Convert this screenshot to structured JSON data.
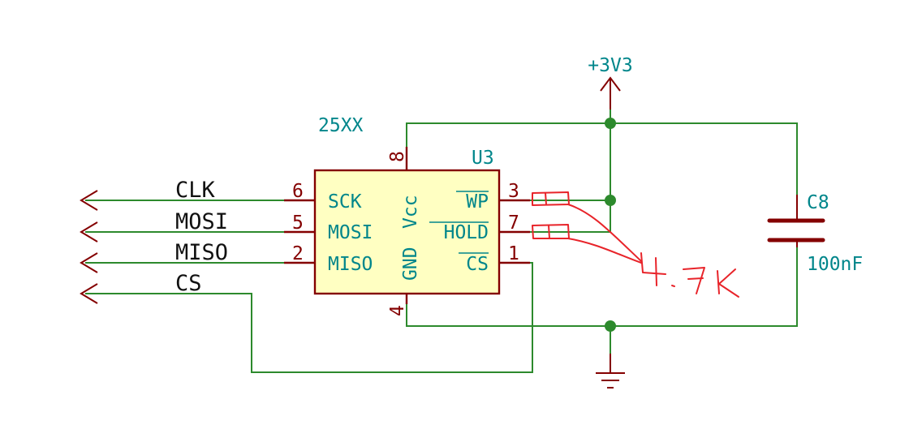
{
  "colors": {
    "wire": "#2d8a2d",
    "symbol": "#840000",
    "symbol_fill": "#ffffc2",
    "reference_text": "#00868b",
    "net_label": "#111111",
    "handwritten": "#e8242a"
  },
  "power": {
    "supply_label": "+3V3",
    "ground_icon": "ground-symbol-icon"
  },
  "ic": {
    "value": "25XX",
    "reference": "U3",
    "pins_left": [
      {
        "number": "6",
        "name": "SCK"
      },
      {
        "number": "5",
        "name": "MOSI"
      },
      {
        "number": "2",
        "name": "MISO"
      }
    ],
    "pins_right": [
      {
        "number": "3",
        "name": "WP"
      },
      {
        "number": "7",
        "name": "HOLD"
      },
      {
        "number": "1",
        "name": "CS"
      }
    ],
    "pin_top": {
      "number": "8",
      "name": "Vcc"
    },
    "pin_bottom": {
      "number": "4",
      "name": "GND"
    }
  },
  "net_labels": [
    "CLK",
    "MOSI",
    "MISO",
    "CS"
  ],
  "capacitor": {
    "reference": "C8",
    "value": "100nF"
  },
  "annotation": {
    "handwritten_note": "4.7k",
    "icon": "handwritten-resistor-sketch-icon"
  }
}
